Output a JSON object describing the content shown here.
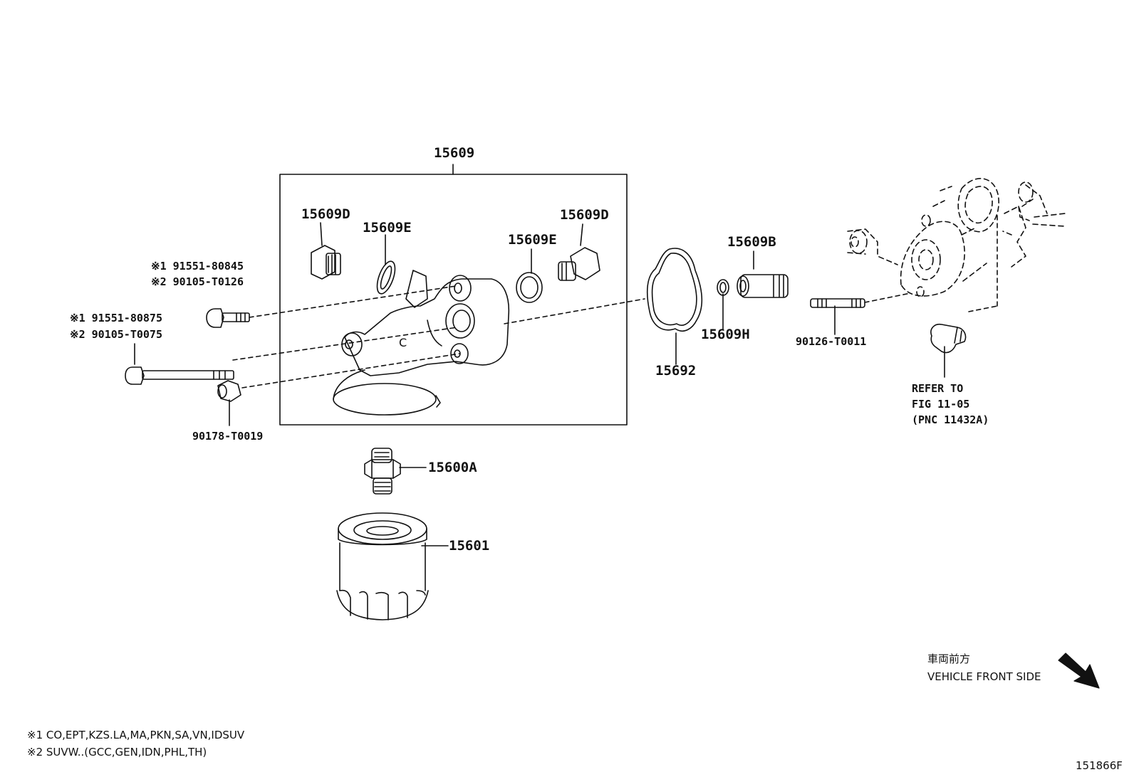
{
  "parts": {
    "assembly": "15609",
    "plug_left": "15609D",
    "gasket_left": "15609E",
    "gasket_right": "15609E",
    "plug_right": "15609D",
    "bolt_upper_1": "※1 91551-80845",
    "bolt_upper_2": "※2 90105-T0126",
    "bolt_long_1": "※1 91551-80875",
    "bolt_long_2": "※2 90105-T0075",
    "nut": "90178-T0019",
    "union_bolt": "15609B",
    "oring": "15609H",
    "housing_gasket": "15692",
    "stud": "90126-T0011",
    "union": "15600A",
    "filter": "15601"
  },
  "refer": {
    "line1": "REFER TO",
    "line2": "FIG 11-05",
    "line3": "(PNC 11432A)"
  },
  "direction": {
    "jp": "車両前方",
    "en": "VEHICLE FRONT SIDE"
  },
  "notes": {
    "note1": "※1 CO,EPT,KZS.LA,MA,PKN,SA,VN,IDSUV",
    "note2": "※2 SUVW..(GCC,GEN,IDN,PHL,TH)"
  },
  "figure_id": "151866F"
}
